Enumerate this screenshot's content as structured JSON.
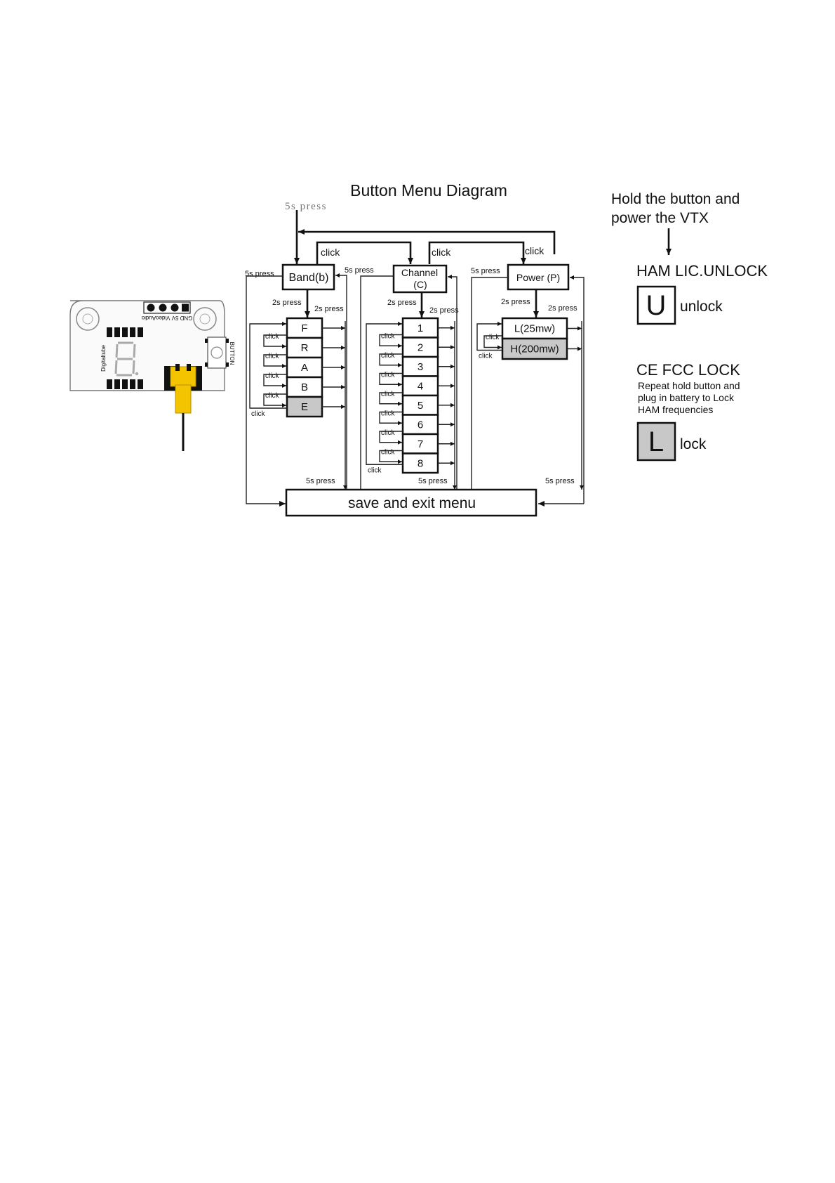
{
  "diagram": {
    "title": "Button Menu Diagram",
    "top_note": "5s press",
    "labels": {
      "click": "click",
      "press5": "5s press",
      "press2": "2s press"
    },
    "menus": {
      "band": {
        "label": "Band(b)",
        "items": [
          "F",
          "R",
          "A",
          "B",
          "E"
        ]
      },
      "channel": {
        "label_line1": "Channel",
        "label_line2": "(C)",
        "items": [
          "1",
          "2",
          "3",
          "4",
          "5",
          "6",
          "7",
          "8"
        ]
      },
      "power": {
        "label": "Power (P)",
        "items": [
          "L(25mw)",
          "H(200mw)"
        ]
      }
    },
    "exit": "save and exit menu"
  },
  "board": {
    "pin_label": "GND 5V VideoAudio",
    "side_label": "Digitaltube",
    "button_label": "BUTTON",
    "colors": {
      "connector": "#f5c400",
      "board_fill": "#fafafa",
      "chip": "#111111"
    }
  },
  "right_panel": {
    "instruction_line1": "Hold the button and",
    "instruction_line2": "power the VTX",
    "unlock_title": "HAM LIC.UNLOCK",
    "unlock_letter": "U",
    "unlock_text": "unlock",
    "lock_title": "CE FCC LOCK",
    "lock_desc_line1": "Repeat hold button and",
    "lock_desc_line2": "plug in battery to Lock",
    "lock_desc_line3": "HAM frequencies",
    "lock_letter": "L",
    "lock_text": "lock"
  }
}
